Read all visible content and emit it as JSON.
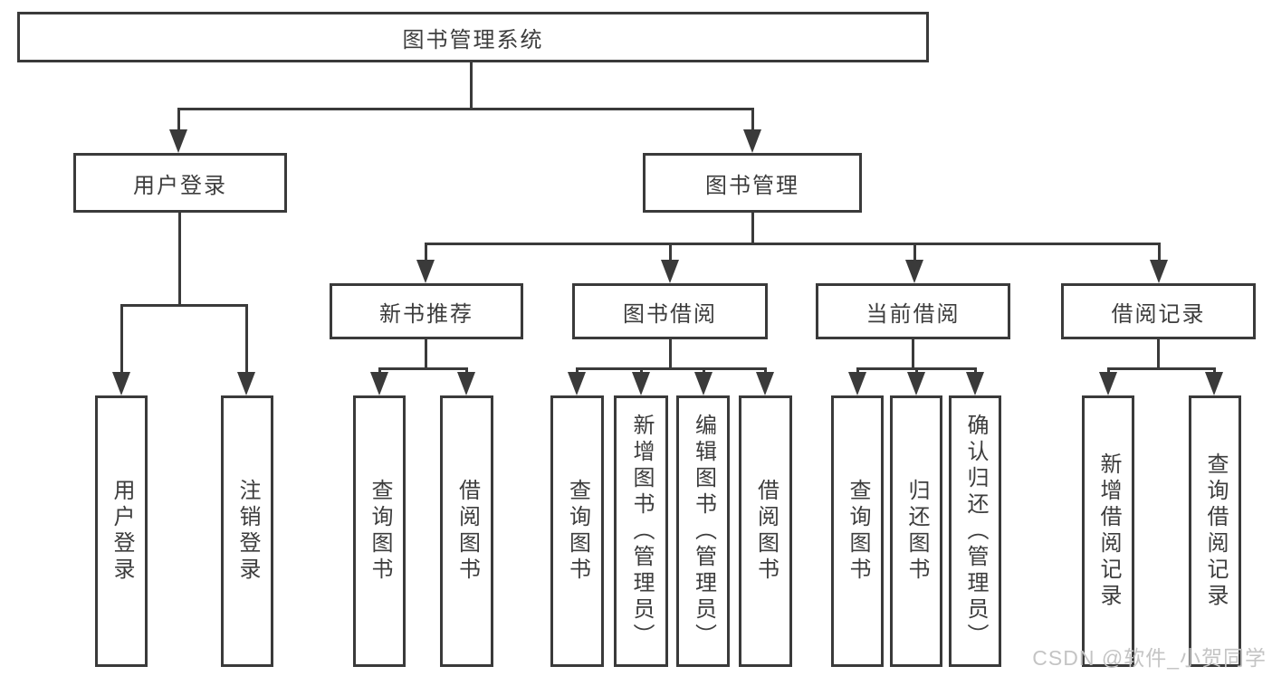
{
  "diagram": {
    "type": "tree",
    "root": {
      "label": "图书管理系统",
      "children": [
        {
          "label": "用户登录",
          "children": [
            {
              "label": "用户登录"
            },
            {
              "label": "注销登录"
            }
          ]
        },
        {
          "label": "图书管理",
          "children": [
            {
              "label": "新书推荐",
              "children": [
                {
                  "label": "查询图书"
                },
                {
                  "label": "借阅图书"
                }
              ]
            },
            {
              "label": "图书借阅",
              "children": [
                {
                  "label": "查询图书"
                },
                {
                  "label": "新增图书（管理员）"
                },
                {
                  "label": "编辑图书（管理员）"
                },
                {
                  "label": "借阅图书"
                }
              ]
            },
            {
              "label": "当前借阅",
              "children": [
                {
                  "label": "查询图书"
                },
                {
                  "label": "归还图书"
                },
                {
                  "label": "确认归还（管理员）"
                }
              ]
            },
            {
              "label": "借阅记录",
              "children": [
                {
                  "label": "新增借阅记录"
                },
                {
                  "label": "查询借阅记录"
                }
              ]
            }
          ]
        }
      ]
    }
  },
  "watermark": {
    "text": "CSDN @软件_小贺同学"
  },
  "colors": {
    "line": "#3a3a3a",
    "text": "#3d3d3d",
    "background": "#ffffff",
    "watermark": "#c4c4c4"
  }
}
